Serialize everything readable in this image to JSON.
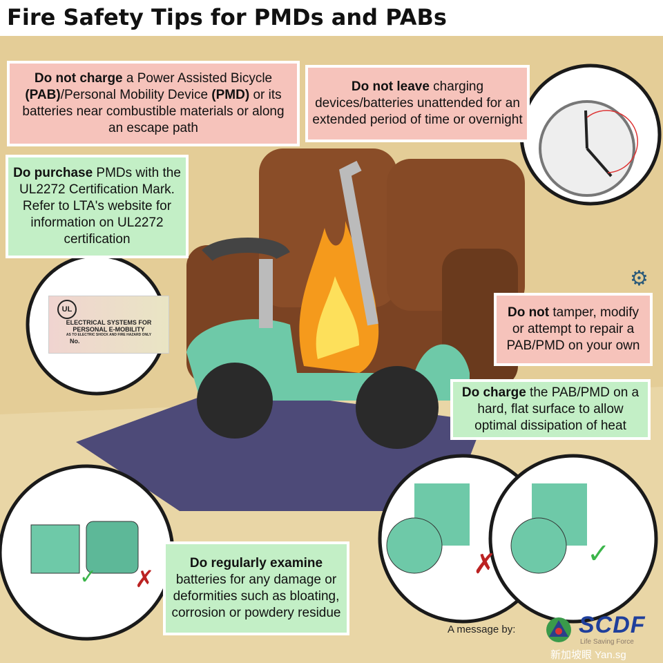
{
  "title": "Fire Safety Tips for PMDs and PABs",
  "tips": [
    {
      "bold": "Do not charge",
      "text": " a Power Assisted Bicycle ",
      "bold2": "(PAB)",
      "text2": "/Personal Mobility Device ",
      "bold3": "(PMD)",
      "text3": " or its batteries near combustible materials or along an escape path"
    },
    {
      "bold": "Do not leave",
      "text": " charging devices/batteries unattended for an extended period of time or overnight"
    },
    {
      "bold": "Do purchase",
      "text": " PMDs with the UL2272 Certification Mark. Refer to LTA's website for information on UL2272 certification"
    },
    {
      "bold": "Do not",
      "text": " tamper, modify or attempt to repair a PAB/PMD on your own"
    },
    {
      "bold": "Do charge",
      "text": " the PAB/PMD on a hard, flat surface to allow optimal dissipation of heat"
    },
    {
      "bold": "Do regularly examine",
      "text": " batteries for any damage or deformities such as bloating, corrosion or powdery residue"
    }
  ],
  "ul_card": {
    "line1": "ELECTRICAL SYSTEMS FOR",
    "line2": "PERSONAL E-MOBILITY",
    "line3": "AS TO ELECTRIC SHOCK AND FIRE HAZARD ONLY",
    "no": "No.",
    "logo": "UL"
  },
  "footer": {
    "message": "A message by:",
    "logo": "SCDF",
    "tagline": "Life Saving Force",
    "watermark": "新加坡眼 Yan.sg"
  },
  "colors": {
    "pink": "#f6c3bb",
    "green": "#c3efc6",
    "scooter": "#6ec9a8",
    "flame": "#f59a1c"
  }
}
